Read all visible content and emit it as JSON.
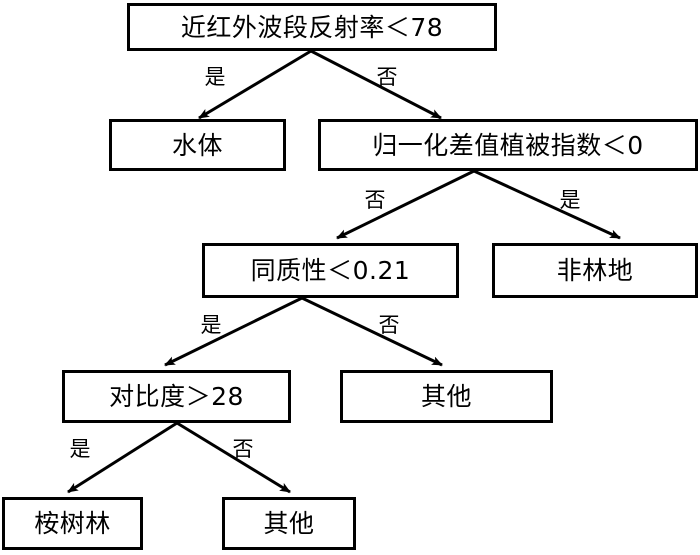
{
  "diagram": {
    "type": "decision-tree",
    "title": "",
    "colors": {
      "stroke": "#000000",
      "background": "#ffffff",
      "text": "#000000"
    },
    "nodes": [
      {
        "id": "root",
        "label": "近红外波段反射率＜78",
        "kind": "decision"
      },
      {
        "id": "water",
        "label": "水体",
        "kind": "leaf"
      },
      {
        "id": "ndvi",
        "label": "归一化差值植被指数＜0",
        "kind": "decision"
      },
      {
        "id": "homogeneity",
        "label": "同质性＜0.21",
        "kind": "decision"
      },
      {
        "id": "nonforest",
        "label": "非林地",
        "kind": "leaf"
      },
      {
        "id": "contrast",
        "label": "对比度＞28",
        "kind": "decision"
      },
      {
        "id": "other1",
        "label": "其他",
        "kind": "leaf"
      },
      {
        "id": "eucalyptus",
        "label": "桉树林",
        "kind": "leaf"
      },
      {
        "id": "other2",
        "label": "其他",
        "kind": "leaf"
      }
    ],
    "edges": [
      {
        "from": "root",
        "to": "water",
        "label": "是"
      },
      {
        "from": "root",
        "to": "ndvi",
        "label": "否"
      },
      {
        "from": "ndvi",
        "to": "homogeneity",
        "label": "否"
      },
      {
        "from": "ndvi",
        "to": "nonforest",
        "label": "是"
      },
      {
        "from": "homogeneity",
        "to": "contrast",
        "label": "是"
      },
      {
        "from": "homogeneity",
        "to": "other1",
        "label": "否"
      },
      {
        "from": "contrast",
        "to": "eucalyptus",
        "label": "是"
      },
      {
        "from": "contrast",
        "to": "other2",
        "label": "否"
      }
    ]
  }
}
